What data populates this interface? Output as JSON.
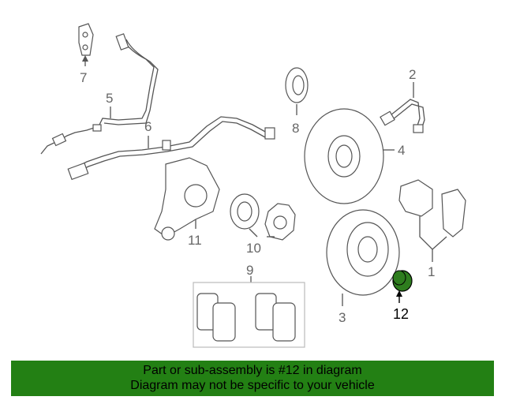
{
  "callouts": {
    "c1": "1",
    "c2": "2",
    "c3": "3",
    "c4": "4",
    "c5": "5",
    "c6": "6",
    "c7": "7",
    "c8": "8",
    "c9": "9",
    "c10": "10",
    "c11": "11",
    "c12": "12"
  },
  "banner": {
    "line1": "Part or sub-assembly is #12 in diagram",
    "line2": "Diagram may not be specific to your vehicle"
  },
  "colors": {
    "banner_bg": "#238014",
    "highlight_part": "#2e7d1e",
    "line_art": "#555555"
  }
}
